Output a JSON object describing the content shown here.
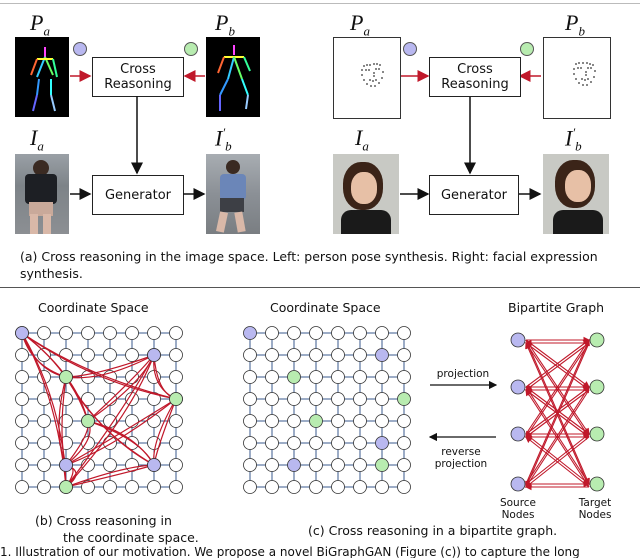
{
  "figure": {
    "panel_a": {
      "left": {
        "pa_label": "P",
        "pa_sub": "a",
        "pb_label": "P",
        "pb_sub": "b",
        "ia_label": "I",
        "ia_sub": "a",
        "ib_label": "I",
        "ib_sub": "b",
        "ib_sup": "′",
        "cross_reasoning": "Cross Reasoning",
        "generator": "Generator"
      },
      "right": {
        "pa_label": "P",
        "pa_sub": "a",
        "pb_label": "P",
        "pb_sub": "b",
        "ia_label": "I",
        "ia_sub": "a",
        "ib_label": "I",
        "ib_sub": "b",
        "ib_sup": "′",
        "cross_reasoning": "Cross Reasoning",
        "generator": "Generator"
      },
      "caption": "(a) Cross reasoning in the image space. Left: person pose synthesis. Right: facial expression synthesis."
    },
    "panel_b": {
      "title": "Coordinate Space",
      "caption_line1": "(b) Cross reasoning in",
      "caption_line2": "the coordinate space."
    },
    "panel_c": {
      "coord_title": "Coordinate Space",
      "bipartite_title": "Bipartite Graph",
      "projection": "projection",
      "reverse_line1": "reverse",
      "reverse_line2": "projection",
      "source_line1": "Source",
      "source_line2": "Nodes",
      "target_line1": "Target",
      "target_line2": "Nodes",
      "caption": "(c) Cross reasoning in a bipartite graph."
    },
    "colors": {
      "source_node": "#b9b8f0",
      "target_node": "#b8ecb0",
      "arrow_red": "#c0182a",
      "grid_blue": "#3a5a8c"
    },
    "footer_fragment": "1. Illustration of our motivation. We propose a novel BiGraphGAN (Figure (c)) to capture the long"
  }
}
